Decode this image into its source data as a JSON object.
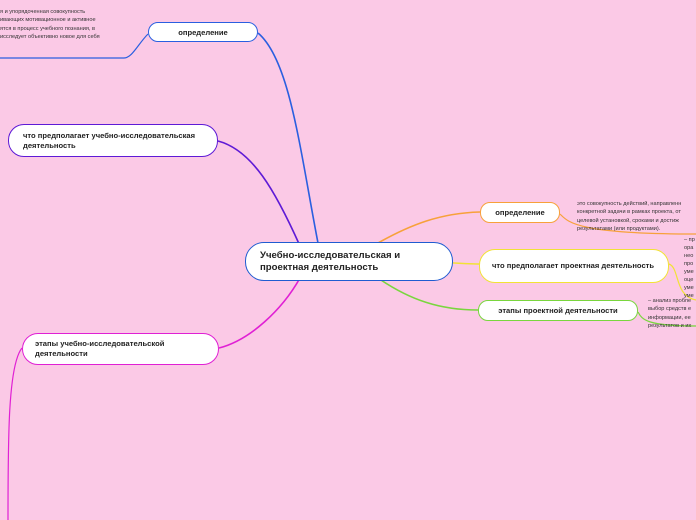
{
  "central": {
    "title": "Учебно-исследовательская и проектная деятельность"
  },
  "left": {
    "definition": {
      "label": "определение",
      "text_lines": [
        "я и упорядоченная совокупность",
        "ивающих мотивационное и активное",
        "ятся в процесс учебного познания, в",
        "исследует объективно новое для себя"
      ]
    },
    "implies": {
      "label": "что предполагает учебно-исследовательская деятельность"
    },
    "stages": {
      "label": "этапы учебно-исследовательской деятельности"
    }
  },
  "right": {
    "definition": {
      "label": "определение",
      "text_lines": [
        "это совокупность действий, направленн",
        "конкретной задачи в рамках проекта, от",
        "целевой установкой, сроками и достиж",
        "результатами (или продуктами)."
      ]
    },
    "implies": {
      "label": "что предполагает проектная деятельность",
      "text_lines": [
        "– пр",
        "ора",
        "нео",
        "про",
        "уме",
        "оце",
        "уме",
        "уме"
      ]
    },
    "stages": {
      "label": "этапы проектной деятельности",
      "text_lines": [
        "– анализ пробле",
        "выбор средств е",
        "информации, ее",
        "результатов и их"
      ]
    }
  },
  "colors": {
    "background": "#fbc9e6",
    "left_definition": "#2a5fe0",
    "left_implies": "#5e1ad6",
    "left_stages": "#e020d4",
    "right_definition": "#f7a13a",
    "right_implies": "#f2e236",
    "right_stages": "#79d63e",
    "central": "#1f5cd1"
  }
}
